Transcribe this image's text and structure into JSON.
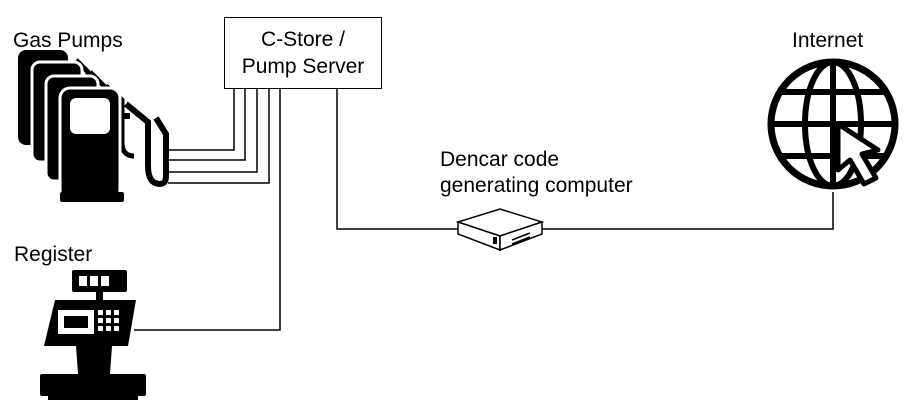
{
  "nodes": {
    "gas_pumps": {
      "label": "Gas Pumps",
      "icon": "gas-pump-icon"
    },
    "server": {
      "line1": "C-Store /",
      "line2": "Pump Server"
    },
    "internet": {
      "label": "Internet",
      "icon": "globe-cursor-icon"
    },
    "register": {
      "label": "Register",
      "icon": "cash-register-icon"
    },
    "dencar": {
      "line1": "Dencar code",
      "line2": "generating computer",
      "icon": "mini-pc-icon"
    }
  }
}
